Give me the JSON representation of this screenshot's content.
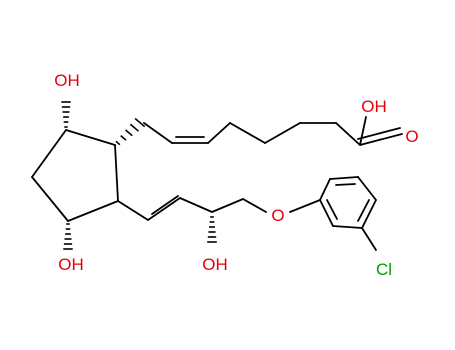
{
  "molecule": {
    "atoms": {
      "oh_ring_top": "OH",
      "oh_ring_bottom": "OH",
      "oh_side_chain": "OH",
      "oh_acid": "OH",
      "o_carbonyl": "O",
      "o_ether": "O",
      "chlorine": "Cl"
    }
  },
  "colors": {
    "oxygen": "#e8000b",
    "chlorine": "#00a000",
    "bond": "#000000"
  }
}
